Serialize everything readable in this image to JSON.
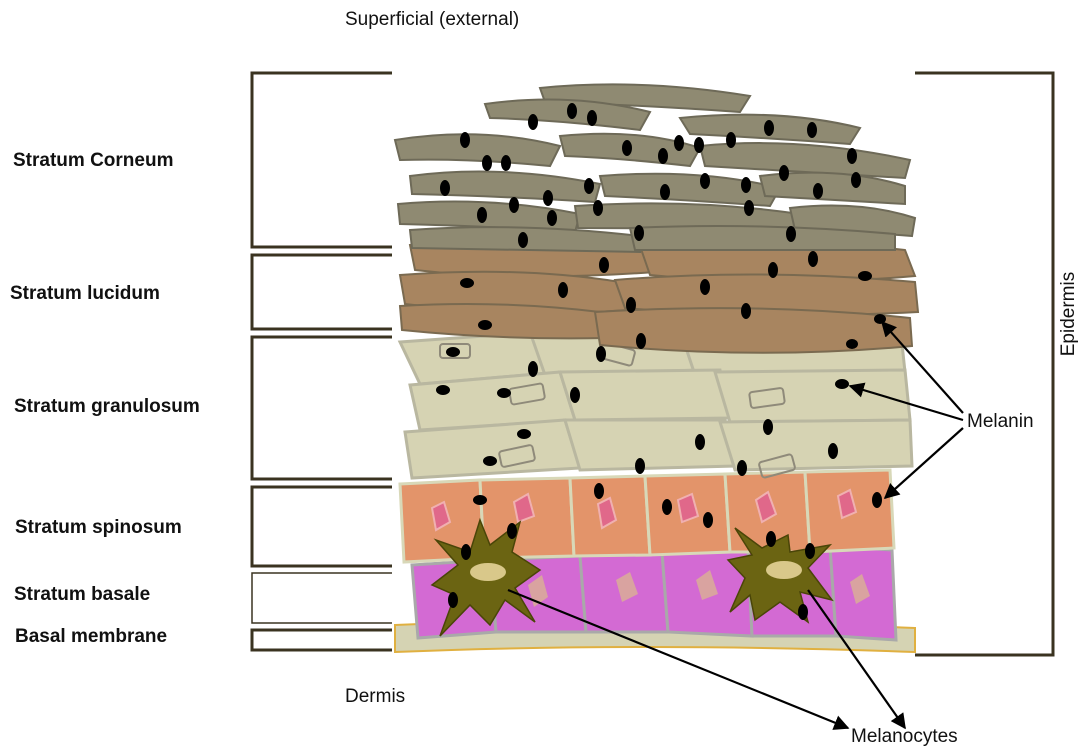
{
  "labels": {
    "top": "Superficial (external)",
    "bottom": "Dermis",
    "epidermis": "Epidermis",
    "melanin": "Melanin",
    "melanocytes": "Melanocytes"
  },
  "layers": [
    {
      "name": "Stratum Corneum"
    },
    {
      "name": "Stratum lucidum"
    },
    {
      "name": "Stratum granulosum"
    },
    {
      "name": "Stratum spinosum"
    },
    {
      "name": "Stratum basale"
    },
    {
      "name": "Basal membrane"
    }
  ],
  "colors": {
    "corneum": "#8f8a72",
    "lucidum": "#a88560",
    "granulosum": "#d6d3b3",
    "spinosum": "#e3946a",
    "basale": "#d36ad3",
    "melanocyte": "#6b6412",
    "membrane": "#d9a93a"
  }
}
